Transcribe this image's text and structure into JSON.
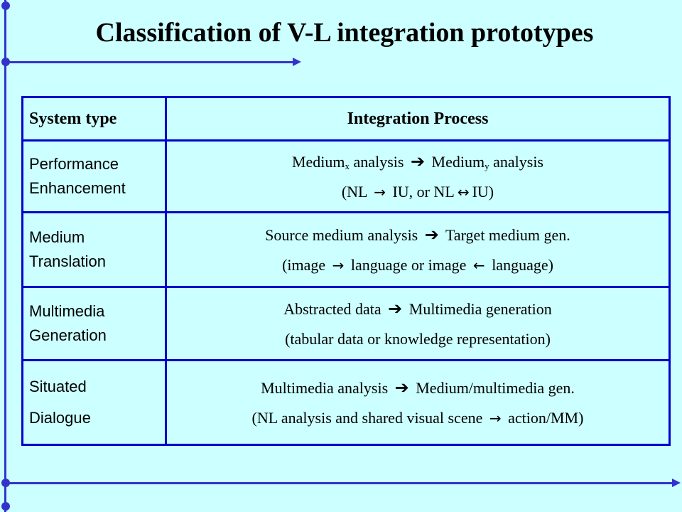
{
  "title": "Classification of V-L integration prototypes",
  "table": {
    "headers": [
      "System type",
      "Integration Process"
    ],
    "rows": [
      {
        "type": [
          "Performance",
          "Enhancement"
        ],
        "process": [
          [
            {
              "t": "text",
              "v": "Medium"
            },
            {
              "t": "sub",
              "v": "x"
            },
            {
              "t": "text",
              "v": " analysis "
            },
            {
              "t": "arrow",
              "v": "➔",
              "bold": true
            },
            {
              "t": "text",
              "v": " Medium"
            },
            {
              "t": "sub",
              "v": "y"
            },
            {
              "t": "text",
              "v": " analysis"
            }
          ],
          [
            {
              "t": "text",
              "v": "(NL "
            },
            {
              "t": "arrow",
              "v": "→"
            },
            {
              "t": "text",
              "v": " IU, or NL"
            },
            {
              "t": "arrow",
              "v": "↔"
            },
            {
              "t": "text",
              "v": "IU)"
            }
          ]
        ]
      },
      {
        "type": [
          "Medium",
          "Translation"
        ],
        "process": [
          [
            {
              "t": "text",
              "v": "Source medium analysis "
            },
            {
              "t": "arrow",
              "v": "➔",
              "bold": true
            },
            {
              "t": "text",
              "v": " Target medium gen."
            }
          ],
          [
            {
              "t": "text",
              "v": "(image "
            },
            {
              "t": "arrow",
              "v": "→"
            },
            {
              "t": "text",
              "v": " language or image "
            },
            {
              "t": "arrow",
              "v": "←"
            },
            {
              "t": "text",
              "v": " language)"
            }
          ]
        ]
      },
      {
        "type": [
          "Multimedia",
          "Generation"
        ],
        "process": [
          [
            {
              "t": "text",
              "v": "Abstracted data "
            },
            {
              "t": "arrow",
              "v": "➔",
              "bold": true
            },
            {
              "t": "text",
              "v": " Multimedia generation"
            }
          ],
          [
            {
              "t": "text",
              "v": "(tabular data or knowledge representation)"
            }
          ]
        ]
      },
      {
        "type": [
          "Situated",
          "Dialogue"
        ],
        "tall": true,
        "process": [
          [
            {
              "t": "text",
              "v": "Multimedia analysis "
            },
            {
              "t": "arrow",
              "v": "➔",
              "bold": true
            },
            {
              "t": "text",
              "v": " Medium/multimedia gen."
            }
          ],
          [
            {
              "t": "text",
              "v": "(NL analysis and shared visual scene "
            },
            {
              "t": "arrow",
              "v": "→"
            },
            {
              "t": "text",
              "v": " action/MM)"
            }
          ]
        ]
      }
    ]
  },
  "colors": {
    "background": "#ccffff",
    "frame": "#3333cc",
    "table_border": "#0000cc"
  }
}
